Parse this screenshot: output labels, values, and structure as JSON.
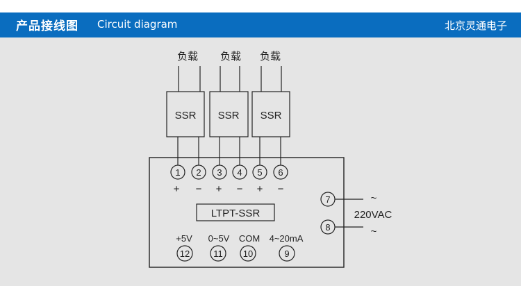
{
  "header": {
    "title_cn": "产品接线图",
    "title_en": "Circuit diagram",
    "brand": "北京灵通电子"
  },
  "colors": {
    "header_bg": "#0a6dbf",
    "canvas_bg": "#e5e5e5",
    "line": "#222222"
  },
  "diagram": {
    "loads": [
      {
        "label": "负载"
      },
      {
        "label": "负载"
      },
      {
        "label": "负载"
      }
    ],
    "relays": [
      {
        "label": "SSR"
      },
      {
        "label": "SSR"
      },
      {
        "label": "SSR"
      }
    ],
    "top_terminals": [
      {
        "num": "1",
        "polarity": "+"
      },
      {
        "num": "2",
        "polarity": "−"
      },
      {
        "num": "3",
        "polarity": "+"
      },
      {
        "num": "4",
        "polarity": "−"
      },
      {
        "num": "5",
        "polarity": "+"
      },
      {
        "num": "6",
        "polarity": "−"
      }
    ],
    "model_label": "LTPT-SSR",
    "bottom_terminals": [
      {
        "num": "12",
        "label": "+5V"
      },
      {
        "num": "11",
        "label": "0~5V"
      },
      {
        "num": "10",
        "label": "COM"
      },
      {
        "num": "9",
        "label": "4~20mA"
      }
    ],
    "power_terminals": [
      {
        "num": "7",
        "symbol": "~"
      },
      {
        "num": "8",
        "symbol": "~"
      }
    ],
    "power_label": "220VAC"
  }
}
